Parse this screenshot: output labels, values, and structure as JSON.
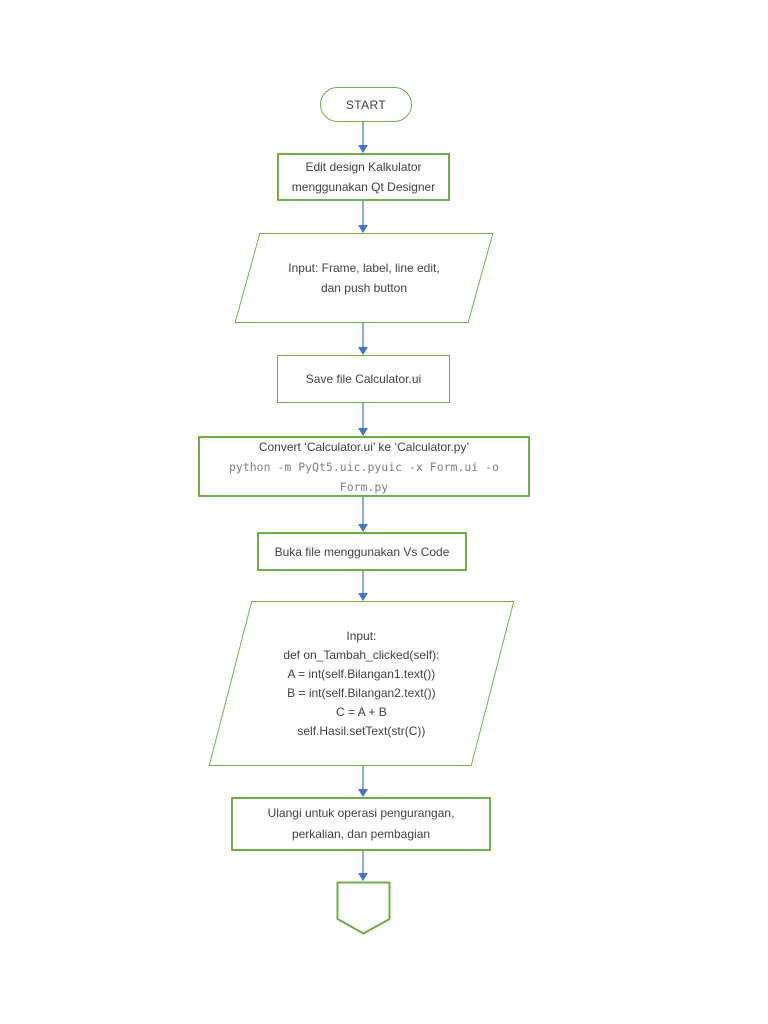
{
  "colors": {
    "shape_border": "#70AD47",
    "arrow_stem": "#8FAADC",
    "arrow_head": "#4472C4",
    "text": "#404040",
    "command_text": "#7F7F7F",
    "background": "#ffffff"
  },
  "flowchart": {
    "start": {
      "label": "START"
    },
    "edit_design": {
      "line1": "Edit design Kalkulator",
      "line2": "menggunakan Qt Designer"
    },
    "input_widgets": {
      "line1": "Input: Frame, label, line edit,",
      "line2": "dan push button"
    },
    "save_file": {
      "line1": "Save file Calculator.ui"
    },
    "convert": {
      "title": "Convert ‘Calculator.ui’ ke ‘Calculator.py’",
      "command": "python -m PyQt5.uic.pyuic -x Form.ui -o Form.py"
    },
    "open_vscode": {
      "line1": "Buka file menggunakan Vs Code"
    },
    "input_code": {
      "line1": "Input:",
      "line2": "def on_Tambah_clicked(self):",
      "line3": "A = int(self.Bilangan1.text())",
      "line4": "B = int(self.Bilangan2.text())",
      "line5": "C = A + B",
      "line6": "self.Hasil.setText(str(C))"
    },
    "repeat": {
      "line1": "Ulangi untuk operasi pengurangan,",
      "line2": "perkalian, dan pembagian"
    },
    "end": {
      "label": ""
    }
  }
}
